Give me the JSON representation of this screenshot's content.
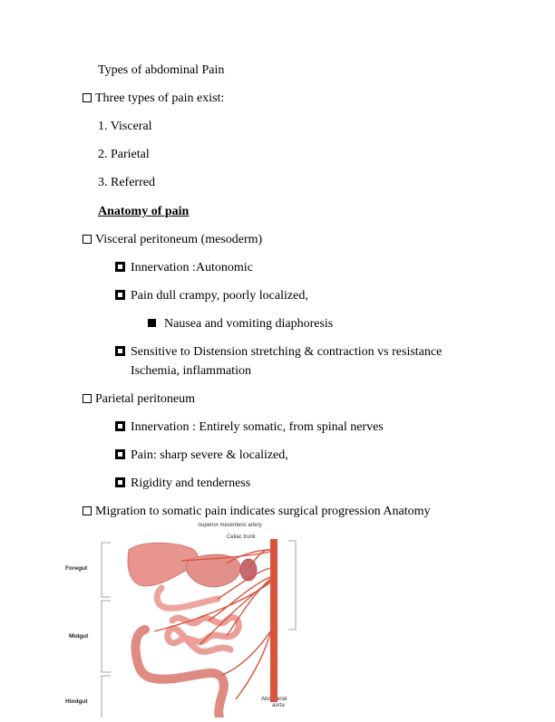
{
  "title": "Types of abdominal  Pain",
  "intro": "Three types of pain exist:",
  "types": [
    "1. Visceral",
    "2. Parietal",
    "3. Referred"
  ],
  "anatomy_heading": "Anatomy of pain",
  "visceral": {
    "label": "Visceral peritoneum (mesoderm)",
    "innervation": "Innervation :Autonomic",
    "pain": "Pain dull crampy, poorly localized,",
    "nausea": "Nausea and vomiting diaphoresis",
    "sensitive_line1": "Sensitive to Distension stretching & contraction vs resistance",
    "sensitive_line2": "Ischemia, inflammation"
  },
  "parietal": {
    "label": "Parietal peritoneum",
    "innervation": "Innervation : Entirely somatic, from spinal nerves",
    "pain": "Pain: sharp severe & localized,",
    "rigidity": "Rigidity and tenderness"
  },
  "migration": "Migration to somatic pain indicates surgical progression  Anatomy",
  "figure": {
    "labels": {
      "sma": "Superior mesenteric artery",
      "celiac": "Celiac trunk",
      "foregut": "Foregut",
      "midgut": "Midgut",
      "hindgut": "Hindgut",
      "aorta_line1": "Abdominal",
      "aorta_line2": "aorta"
    },
    "colors": {
      "artery": "#d9533e",
      "organ": "#e8958f",
      "organ_dark": "#c9706b"
    }
  }
}
